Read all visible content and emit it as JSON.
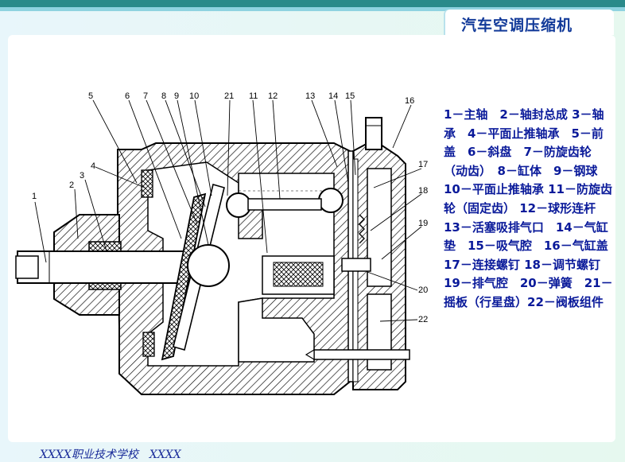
{
  "title": "汽车空调压缩机",
  "legend": "1－主轴　2－轴封总成 3－轴承　4－平面止推轴承　5－前盖　6－斜盘　7－防旋齿轮（动齿）　8－缸体　9－钢球　10－平面止推轴承 11－防旋齿轮（固定齿） 12－球形连杆　13－活塞吸排气口　14－气缸垫　15－吸气腔　16－气缸盖　17－连接螺钉 18－调节螺钉　19－排气腔　20－弹簧　21－摇板（行星盘）22－阀板组件",
  "footer": "XXXX职业技术学校　XXXX",
  "diagram": {
    "callouts": [
      "1",
      "2",
      "3",
      "4",
      "5",
      "6",
      "7",
      "8",
      "9",
      "10",
      "21",
      "11",
      "12",
      "13",
      "14",
      "15",
      "16",
      "17",
      "18",
      "19",
      "20",
      "22"
    ]
  }
}
